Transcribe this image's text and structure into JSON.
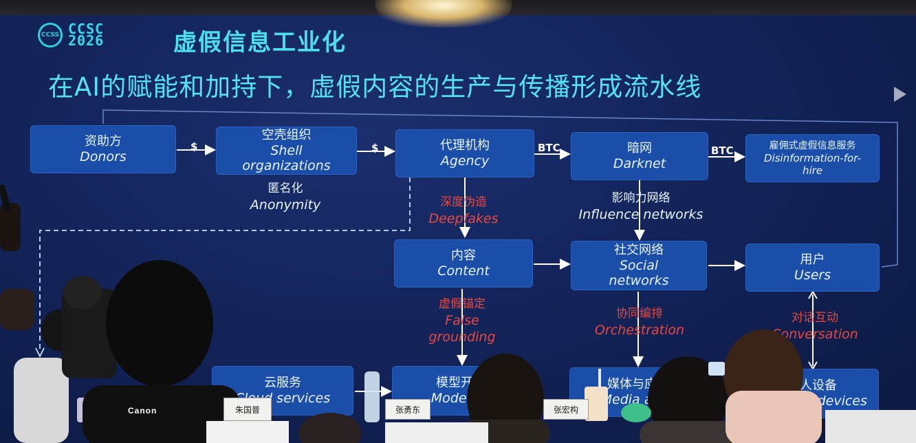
{
  "logo": {
    "emblem": "CCSS",
    "line1": "CCSC",
    "line2": "2026"
  },
  "header": {
    "title": "虚假信息工业化",
    "subtitle": "在AI的赋能和加持下，虚假内容的生产与传播形成流水线"
  },
  "nodes": {
    "donors": {
      "zh": "资助方",
      "en": "Donors"
    },
    "shell": {
      "zh": "空壳组织",
      "en1": "Shell",
      "en2": "organizations"
    },
    "agency": {
      "zh": "代理机构",
      "en": "Agency"
    },
    "darknet": {
      "zh": "暗网",
      "en": "Darknet"
    },
    "disinfo": {
      "zh": "雇佣式虚假信息服务",
      "en1": "Disinformation-for-",
      "en2": "hire"
    },
    "content": {
      "zh": "内容",
      "en": "Content"
    },
    "social": {
      "zh": "社交网络",
      "en1": "Social",
      "en2": "networks"
    },
    "users": {
      "zh": "用户",
      "en": "Users"
    },
    "cloud": {
      "zh": "云服务",
      "en": "Cloud services"
    },
    "modeling": {
      "zh": "模型开发",
      "en": "Modeling"
    },
    "media": {
      "zh": "媒体与应用",
      "en": "Media apps"
    },
    "devices": {
      "zh": "个人设备",
      "en": "Personal devices"
    }
  },
  "edge_labels": {
    "dollar": "$",
    "btc": "BTC",
    "anonymity": {
      "zh": "匿名化",
      "en": "Anonymity"
    },
    "influence": {
      "zh": "影响力网络",
      "en": "Influence networks"
    },
    "deepfakes": {
      "zh": "深度伪造",
      "en": "Deepfakes"
    },
    "false_grounding": {
      "zh": "虚假锚定",
      "en1": "False",
      "en2": "grounding"
    },
    "orchestration": {
      "zh": "协同编排",
      "en": "Orchestration"
    },
    "conversation": {
      "zh": "对话互动",
      "en": "Conversation"
    }
  },
  "name_cards": [
    "朱国普",
    "张勇东",
    "张宏构"
  ],
  "camera_brand": "Canon",
  "colors": {
    "accent": "#4ce0ef",
    "node": "#1a4ea8",
    "red_label": "#e8483f",
    "background": "#13245a"
  }
}
